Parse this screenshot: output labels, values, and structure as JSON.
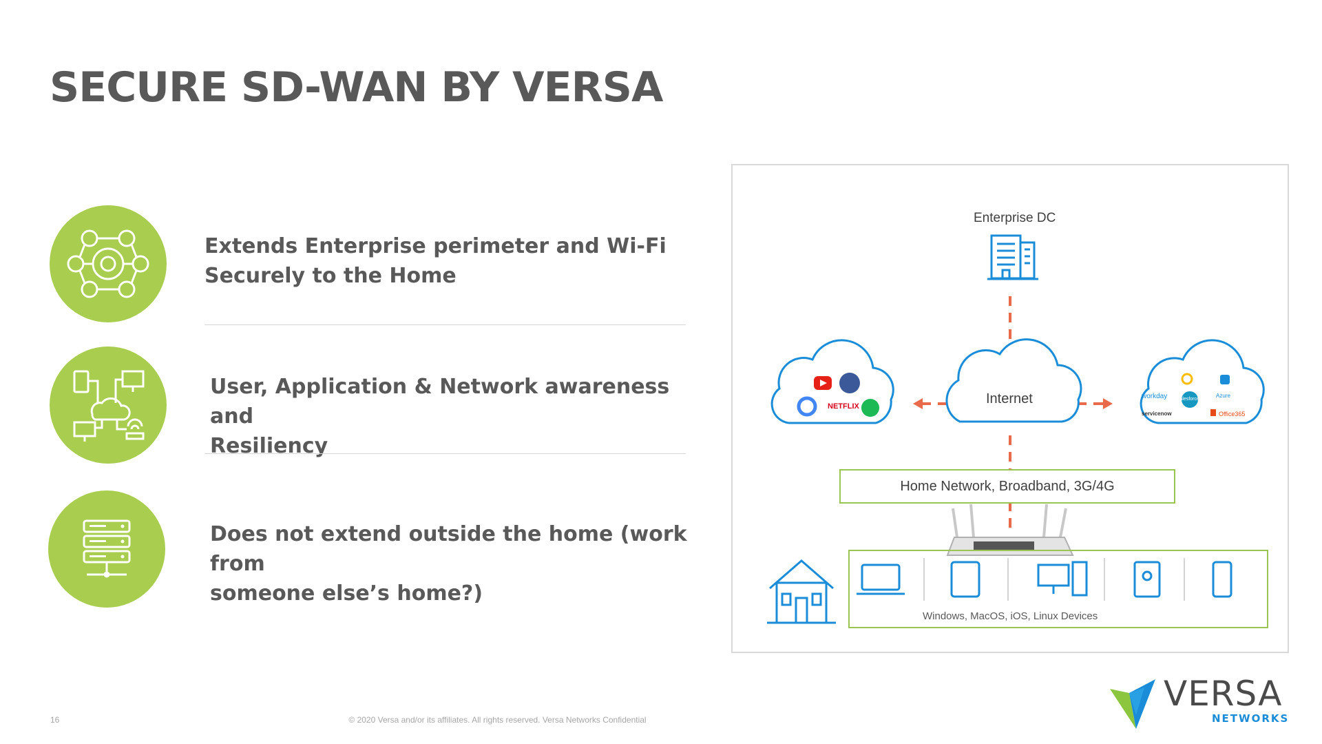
{
  "slide": {
    "title": "SECURE SD-WAN BY VERSA",
    "page_number": "16",
    "copyright": "© 2020  Versa and/or its affiliates. All rights reserved. Versa Networks Confidential"
  },
  "bullets": [
    {
      "line1": "Extends Enterprise perimeter and Wi-Fi",
      "line2": "Securely to the Home",
      "icon": "network-gear-icon"
    },
    {
      "line1": "User, Application & Network awareness and",
      "line2": "Resiliency",
      "icon": "connected-devices-cloud-icon"
    },
    {
      "line1": "Does not extend outside the home (work from",
      "line2": "someone else’s home?)",
      "icon": "server-rack-icon"
    }
  ],
  "diagram": {
    "enterprise_dc": "Enterprise DC",
    "internet": "Internet",
    "home_network": "Home Network, Broadband, 3G/4G",
    "devices": "Windows, MacOS, iOS, Linux Devices",
    "consumer_apps": [
      "NETFLIX"
    ],
    "enterprise_apps": [
      "workday",
      "salesforce",
      "servicenow",
      "Azure",
      "Office365"
    ],
    "colors": {
      "accent_green": "#a8cd4f",
      "link_orange": "#e86a4a",
      "icon_blue": "#1a8cd8"
    }
  },
  "logo": {
    "word": "VERSA",
    "sub": "NETWORKS"
  }
}
